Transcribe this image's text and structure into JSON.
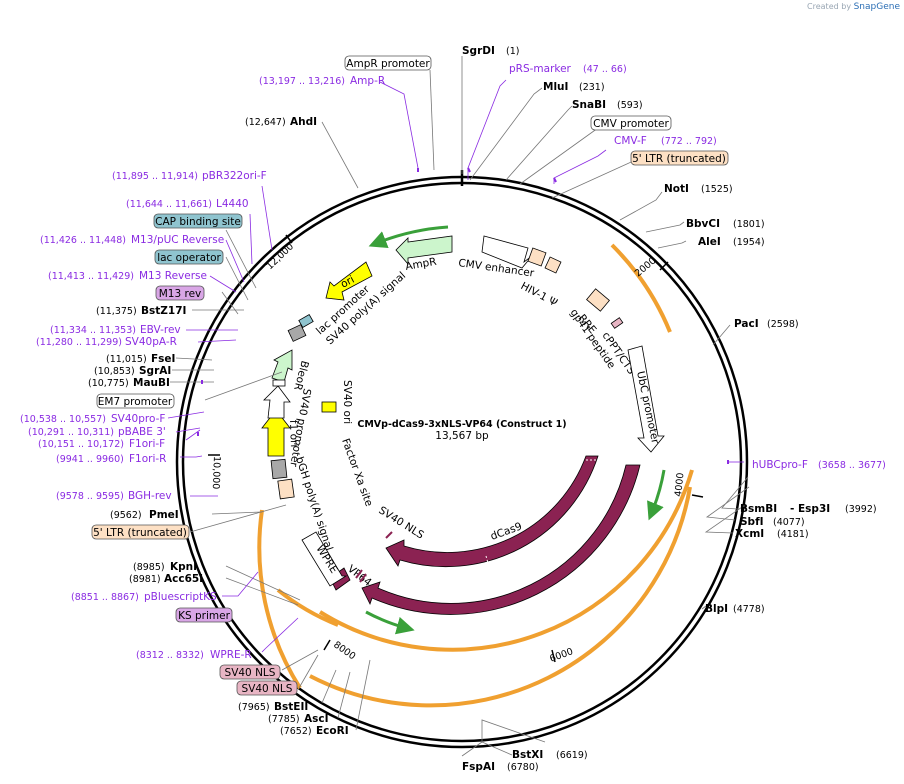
{
  "credit": {
    "prefix": "Created by",
    "brand": "SnapGene"
  },
  "plasmid": {
    "name": "CMVp-dCas9-3xNLS-VP64 (Construct 1)",
    "size": "13,567 bp"
  },
  "ticks": [
    "2000",
    "4000",
    "6000",
    "8000",
    "10,000",
    "12,000"
  ],
  "sites": [
    {
      "name": "SgrDI",
      "coord": "(1)"
    },
    {
      "name": "MluI",
      "coord": "(231)"
    },
    {
      "name": "SnaBI",
      "coord": "(593)"
    },
    {
      "name": "NotI",
      "coord": "(1525)"
    },
    {
      "name": "BbvCI",
      "coord": "(1801)"
    },
    {
      "name": "AleI",
      "coord": "(1954)"
    },
    {
      "name": "PacI",
      "coord": "(2598)"
    },
    {
      "name": "BsmBI",
      "name2": "- Esp3I",
      "coord": "(3992)"
    },
    {
      "name": "SbfI",
      "coord": "(4077)"
    },
    {
      "name": "XcmI",
      "coord": "(4181)"
    },
    {
      "name": "BlpI",
      "coord": "(4778)"
    },
    {
      "name": "BstXI",
      "coord": "(6619)"
    },
    {
      "name": "FspAI",
      "coord": "(6780)"
    },
    {
      "name": "EcoRI",
      "coord": "(7652)"
    },
    {
      "name": "AscI",
      "coord": "(7785)"
    },
    {
      "name": "BstEII",
      "coord": "(7965)"
    },
    {
      "name": "Acc65I",
      "coord": "(8981)"
    },
    {
      "name": "KpnI",
      "coord": "(8985)"
    },
    {
      "name": "PmeI",
      "coord": "(9562)"
    },
    {
      "name": "MauBI",
      "coord": "(10,775)"
    },
    {
      "name": "SgrAI",
      "coord": "(10,853)"
    },
    {
      "name": "FseI",
      "coord": "(11,015)"
    },
    {
      "name": "BstZ17I",
      "coord": "(11,375)"
    },
    {
      "name": "AhdI",
      "coord": "(12,647)"
    }
  ],
  "primers": [
    {
      "name": "pRS-marker",
      "coord": "(47 .. 66)"
    },
    {
      "name": "CMV-F",
      "coord": "(772 .. 792)"
    },
    {
      "name": "hUBCpro-F",
      "coord": "(3658 .. 3677)"
    },
    {
      "name": "WPRE-R",
      "coord": "(8312 .. 8332)"
    },
    {
      "name": "pBluescriptKS",
      "coord": "(8851 .. 8867)"
    },
    {
      "name": "BGH-rev",
      "coord": "(9578 .. 9595)"
    },
    {
      "name": "F1ori-R",
      "coord": "(9941 .. 9960)"
    },
    {
      "name": "F1ori-F",
      "coord": "(10,151 .. 10,172)"
    },
    {
      "name": "pBABE 3'",
      "coord": "(10,291 .. 10,311)"
    },
    {
      "name": "SV40pro-F",
      "coord": "(10,538 .. 10,557)"
    },
    {
      "name": "SV40pA-R",
      "coord": "(11,280 .. 11,299)"
    },
    {
      "name": "EBV-rev",
      "coord": "(11,334 .. 11,353)"
    },
    {
      "name": "M13 Reverse",
      "coord": "(11,413 .. 11,429)"
    },
    {
      "name": "M13/pUC Reverse",
      "coord": "(11,426 .. 11,448)"
    },
    {
      "name": "L4440",
      "coord": "(11,644 .. 11,661)"
    },
    {
      "name": "pBR322ori-F",
      "coord": "(11,895 .. 11,914)"
    },
    {
      "name": "Amp-R",
      "coord": "(13,197 .. 13,216)"
    }
  ],
  "boxes": [
    {
      "name": "AmpR promoter",
      "color": "#ffffff"
    },
    {
      "name": "CMV promoter",
      "color": "#ffffff"
    },
    {
      "name": "5' LTR (truncated)",
      "color": "#fde0c4"
    },
    {
      "name": "EM7 promoter",
      "color": "#ffffff"
    },
    {
      "name": "5' LTR (truncated)",
      "color": "#fde0c4"
    },
    {
      "name": "CAP binding site",
      "color": "#8fc4cf"
    },
    {
      "name": "lac operator",
      "color": "#8fc4cf"
    },
    {
      "name": "M13 rev",
      "color": "#d9a6e6"
    },
    {
      "name": "KS primer",
      "color": "#d9a6e6"
    },
    {
      "name": "SV40 NLS",
      "color": "#e8b5c4"
    },
    {
      "name": "SV40 NLS",
      "color": "#e8b5c4"
    }
  ],
  "features": {
    "ampr": "AmpR",
    "ori": "ori",
    "cmv_enhancer": "CMV enhancer",
    "hiv": "HIV-1 Ψ",
    "rre": "RRE",
    "gp41": "gp41 peptide",
    "cppt": "cPPT/CTS",
    "ubc": "UbC promoter",
    "dcas9": "dCas9",
    "cas9": "Cas9",
    "vp64": "VP64",
    "wpre": "WPRE",
    "sv40_nls": "SV40 NLS",
    "factor_xa": "Factor Xa site",
    "bgh": "bGH poly(A) signal",
    "f1ori": "f1 ori",
    "sv40_promoter": "SV40 promoter",
    "bleor": "BleoR",
    "sv40_ori": "SV40 ori",
    "sv40_polya": "SV40 poly(A) signal",
    "lac_promoter": "lac promoter"
  },
  "colors": {
    "cas9": "#8b2252",
    "promoter": "#ffffff",
    "marker": "#ccf5cc",
    "ori": "#ffff00",
    "ltr": "#fde0c4",
    "orange_track": "#f0a030",
    "green_arrow": "#3aa03a",
    "primer": "#8a2be2",
    "polyA": "#a8a8a8"
  }
}
